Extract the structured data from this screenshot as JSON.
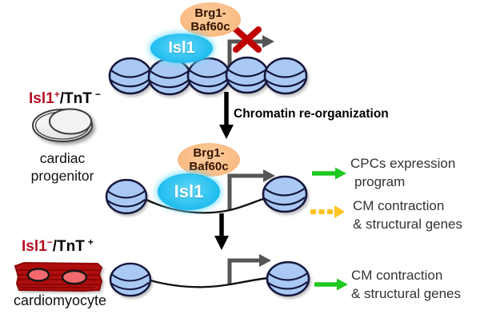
{
  "colors": {
    "nucleosome_fill": "#A9C9F4",
    "nucleosome_stroke": "#16163C",
    "isl1_oval": "#1FBCEF",
    "isl1_text": "#FFFFFF",
    "brg1_oval": "#F9B87E",
    "brg1_text": "#331400",
    "promoter_arrow": "#555555",
    "repressed_x": "#C00000",
    "process_arrow": "#000000",
    "active_arrow": "#1EC81E",
    "partial_arrow": "#FFC21E",
    "marker_red": "#B41022",
    "dna_line": "#111111",
    "cardiomyocyte_body": "#B00E0E",
    "cardiomyocyte_stripe": "#7D0505",
    "cardiomyocyte_nucleus": "#F4696E",
    "progenitor_fill": "#EFEFEF"
  },
  "complexes": {
    "brg1_line1": "Brg1-",
    "brg1_line2": "Baf60c",
    "isl1": "Isl1"
  },
  "transition": {
    "label": "Chromatin re-organization"
  },
  "outputs": {
    "cpc": {
      "line1": "CPCs expression",
      "line2": "program"
    },
    "cm_partial": {
      "line1": "CM contraction",
      "line2": "& structural genes"
    },
    "cm_active": {
      "line1": "CM contraction",
      "line2": "& structural genes"
    }
  },
  "cells": {
    "progenitor": {
      "marker_gene": "Isl1",
      "marker_gene_state": "+",
      "marker_partner": "/TnT",
      "marker_partner_state": "−",
      "name_line1": "cardiac",
      "name_line2": "progenitor"
    },
    "cardiomyocyte": {
      "marker_gene": "Isl1",
      "marker_gene_state": "−",
      "marker_partner": "/TnT",
      "marker_partner_state": "+",
      "name": "cardiomyocyte"
    }
  }
}
